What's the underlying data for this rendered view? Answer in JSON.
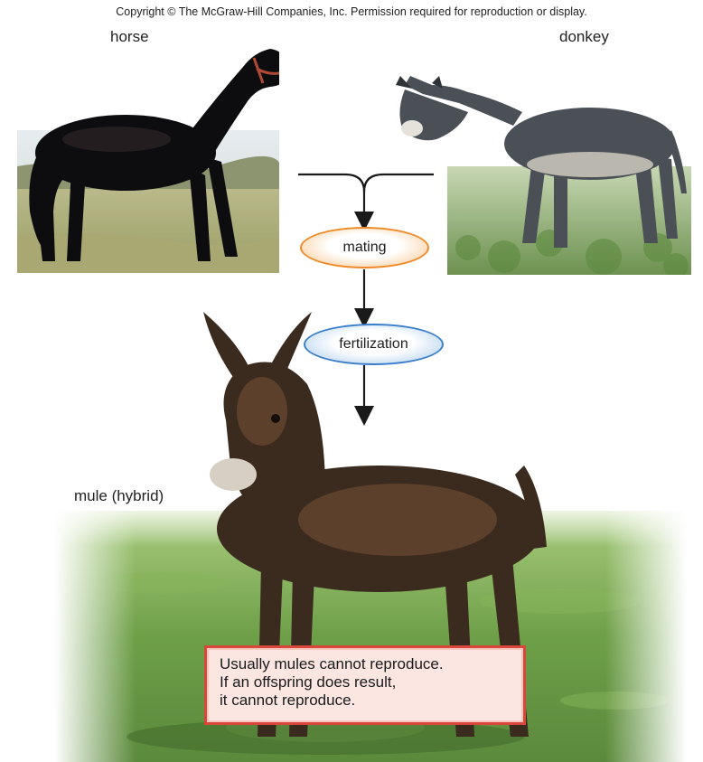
{
  "copyright": "Copyright © The McGraw-Hill Companies, Inc. Permission required for reproduction or display.",
  "labels": {
    "horse": "horse",
    "donkey": "donkey",
    "mule": "mule (hybrid)"
  },
  "steps": {
    "mating": "mating",
    "fertilization": "fertilization"
  },
  "note": {
    "line1": "Usually mules cannot reproduce.",
    "line2": "If an offspring does result,",
    "line3": "it cannot reproduce."
  },
  "colors": {
    "mating_border": "#ee8a27",
    "fertilization_border": "#3b7fcb",
    "note_border": "#d8473a",
    "note_fill": "#fbe6e2",
    "arrow": "#1a1a1a"
  }
}
